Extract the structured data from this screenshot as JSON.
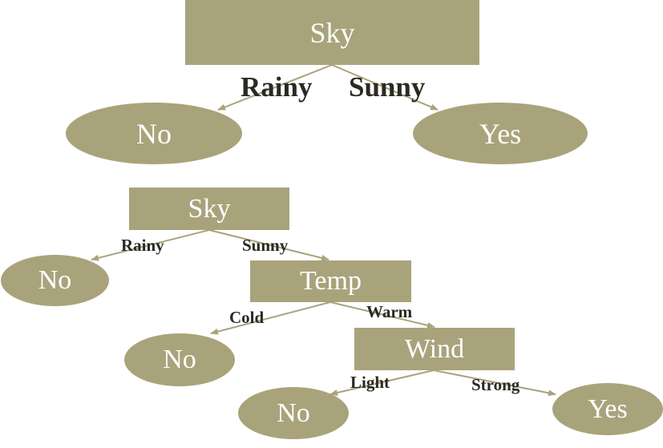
{
  "colors": {
    "node_fill": "#a9a37b",
    "node_text": "#ffffff",
    "edge": "#a9a37b",
    "edge_label": "#2b2a22"
  },
  "tree1": {
    "root": "Sky",
    "left_leaf": "No",
    "right_leaf": "Yes",
    "edge_left": "Rainy",
    "edge_right": "Sunny"
  },
  "tree2": {
    "root": "Sky",
    "rainy_leaf": "No",
    "temp": "Temp",
    "cold_leaf": "No",
    "wind": "Wind",
    "light_leaf": "No",
    "strong_leaf": "Yes",
    "edge_rainy": "Rainy",
    "edge_sunny": "Sunny",
    "edge_cold": "Cold",
    "edge_warm": "Warm",
    "edge_light": "Light",
    "edge_strong": "Strong"
  }
}
